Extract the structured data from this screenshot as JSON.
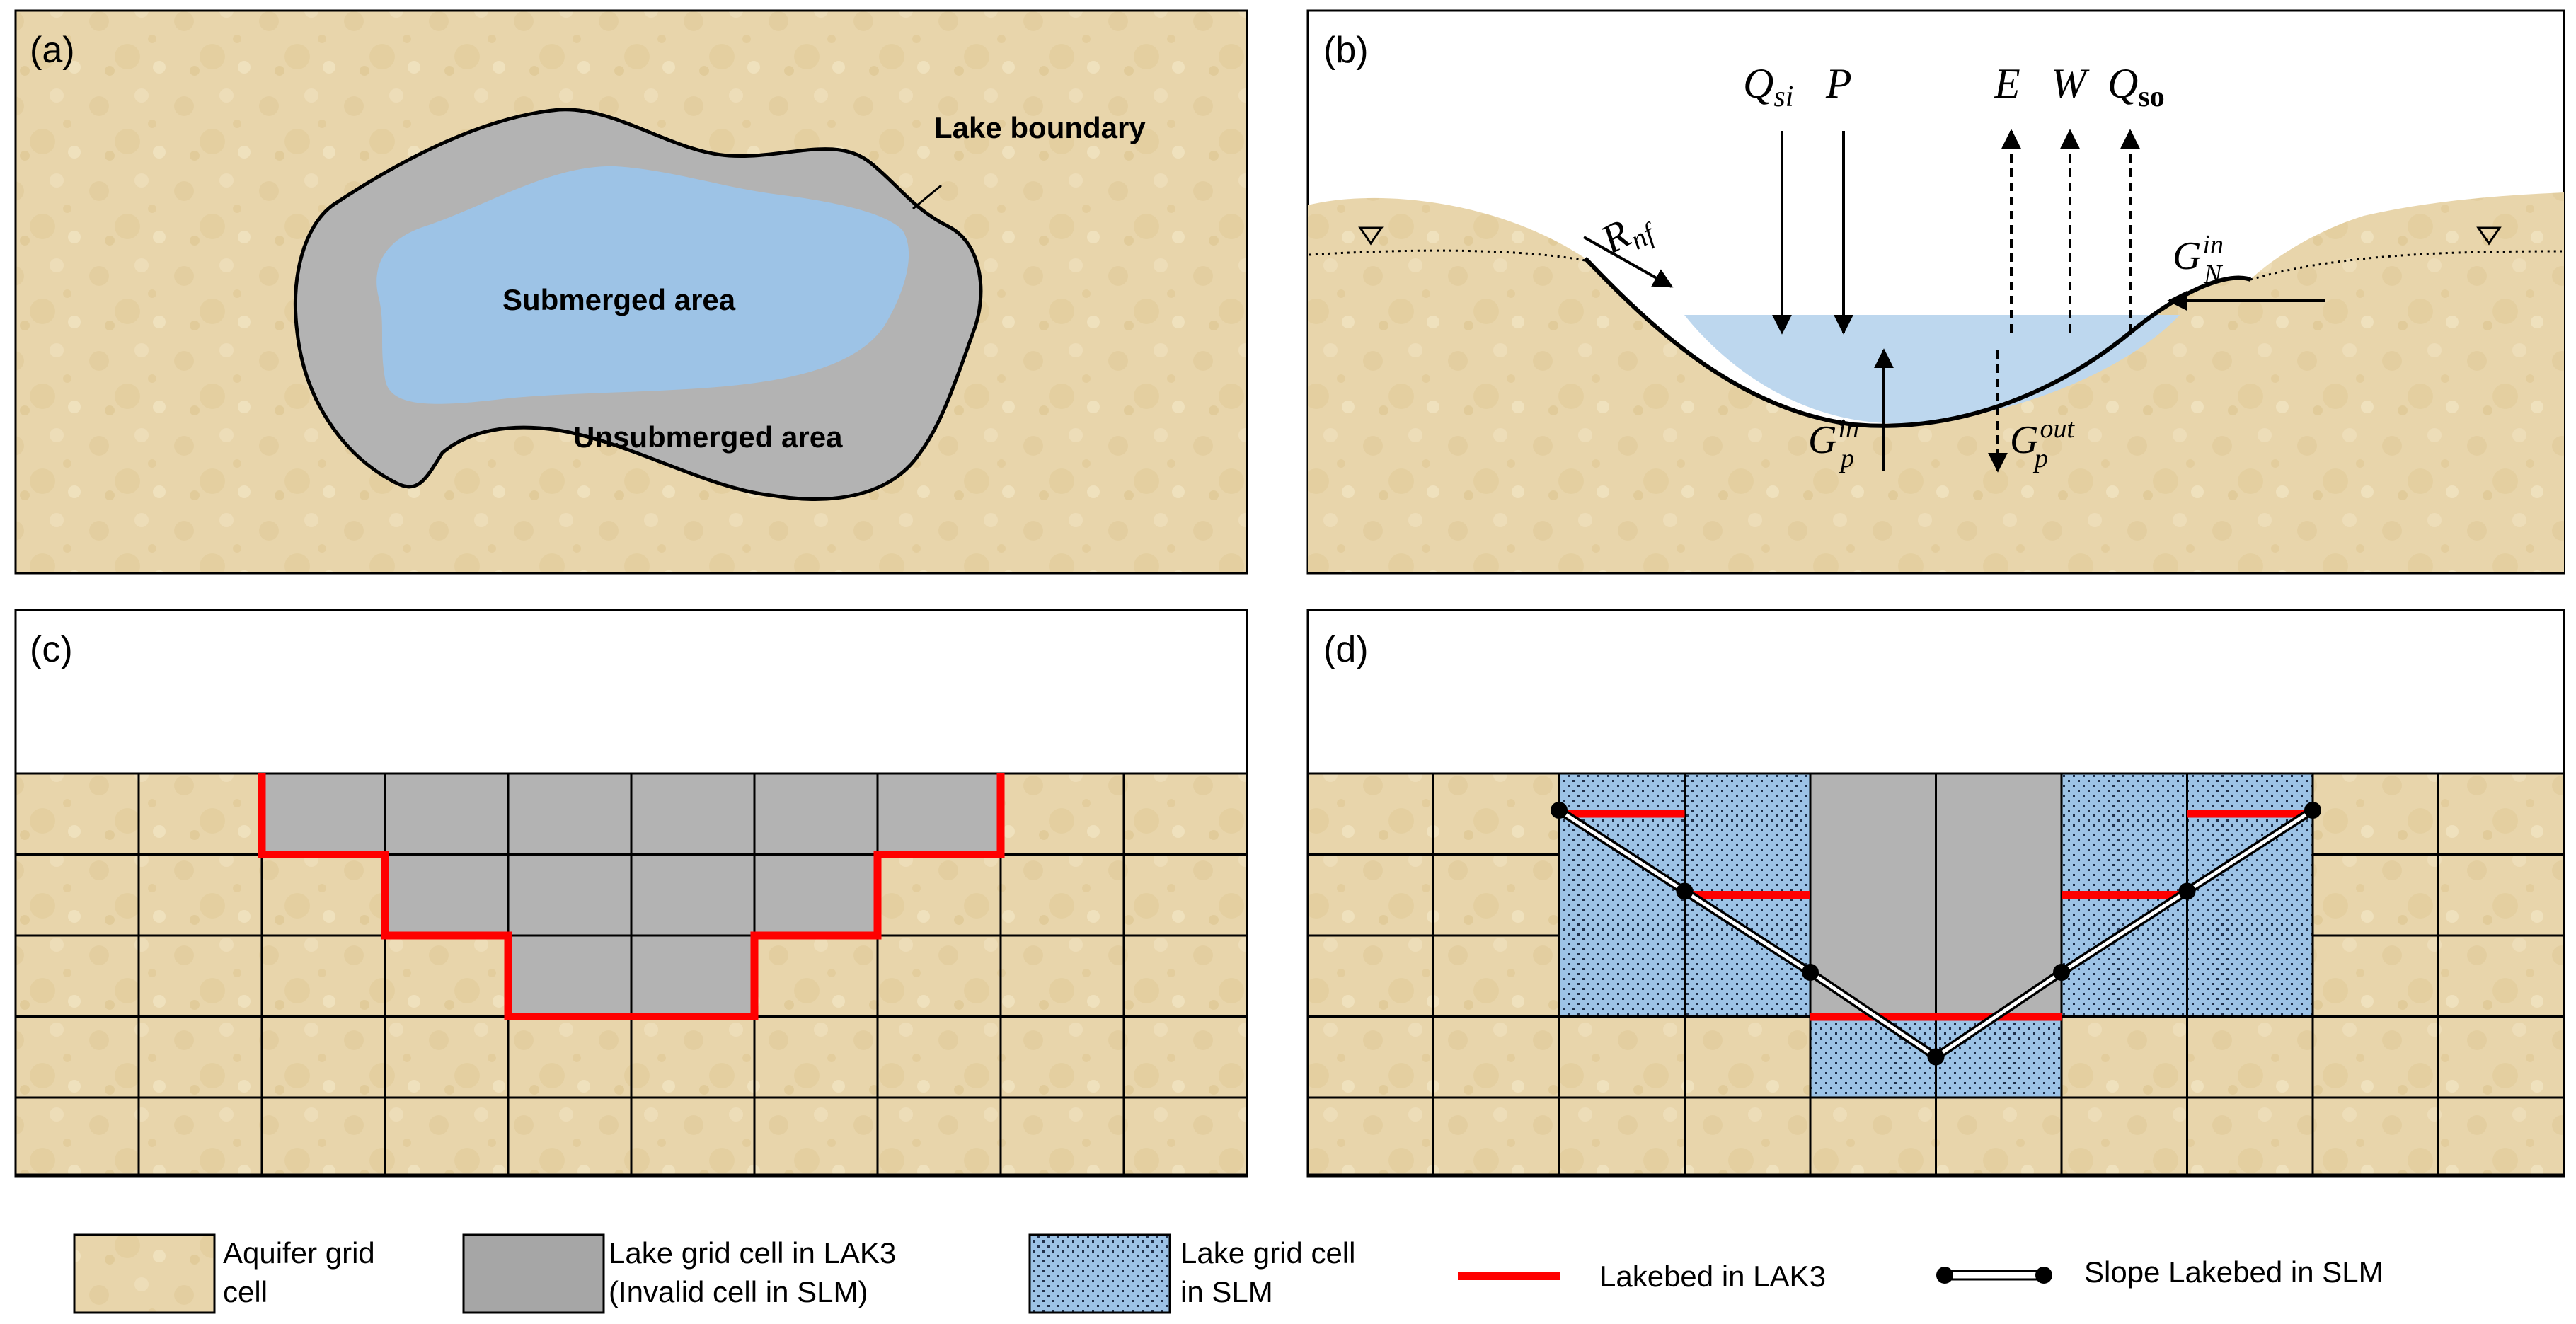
{
  "panels": {
    "a": {
      "label": "(a)",
      "lake_boundary": "Lake boundary",
      "submerged": "Submerged area",
      "unsubmerged": "Unsubmerged area"
    },
    "b": {
      "label": "(b)",
      "Qsi": {
        "base": "Q",
        "sub": "si"
      },
      "P": "P",
      "E": "E",
      "W": "W",
      "Qso": {
        "base": "Q",
        "sub": "so"
      },
      "Rnf": {
        "base": "R",
        "sub": "nf"
      },
      "GNin": {
        "base": "G",
        "sub": "N",
        "sup": "in"
      },
      "Gpin": {
        "base": "G",
        "sub": "p",
        "sup": "in"
      },
      "Gpout": {
        "base": "G",
        "sub": "p",
        "sup": "out"
      }
    },
    "c": {
      "label": "(c)"
    },
    "d": {
      "label": "(d)"
    }
  },
  "legend": {
    "aquifer": [
      "Aquifer grid",
      "cell"
    ],
    "lak3_cell": [
      "Lake grid cell in LAK3",
      "(Invalid cell in SLM)"
    ],
    "slm_cell": [
      "Lake grid cell",
      "in SLM"
    ],
    "lakebed_lak3": "Lakebed in LAK3",
    "slope_lakebed": "Slope Lakebed in SLM"
  },
  "colors": {
    "sand": "#e8d5ab",
    "water": "#9dc3e6",
    "water_light": "#bdd7ee",
    "lake_grey": "#b3b3b3",
    "lakebed_red": "#ff0000",
    "slm_blue": "#9dc3e6"
  }
}
